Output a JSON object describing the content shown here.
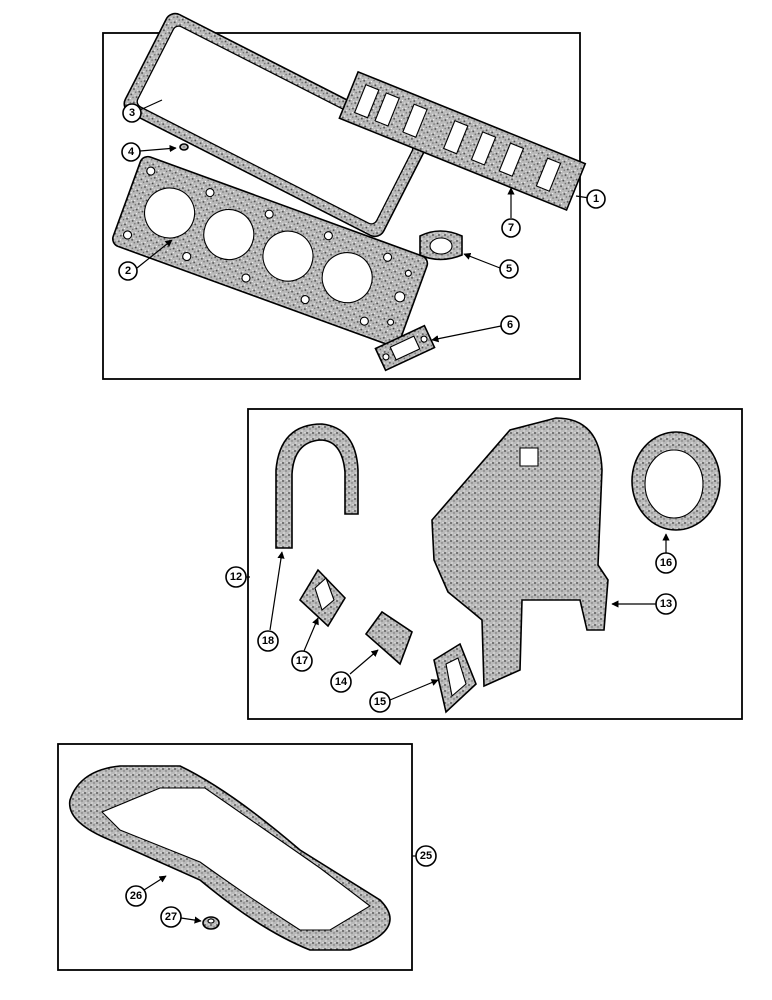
{
  "callouts": {
    "c1": "1",
    "c2": "2",
    "c3": "3",
    "c4": "4",
    "c5": "5",
    "c6": "6",
    "c7": "7",
    "c12": "12",
    "c13": "13",
    "c14": "14",
    "c15": "15",
    "c16": "16",
    "c17": "17",
    "c18": "18",
    "c25": "25",
    "c26": "26",
    "c27": "27"
  }
}
